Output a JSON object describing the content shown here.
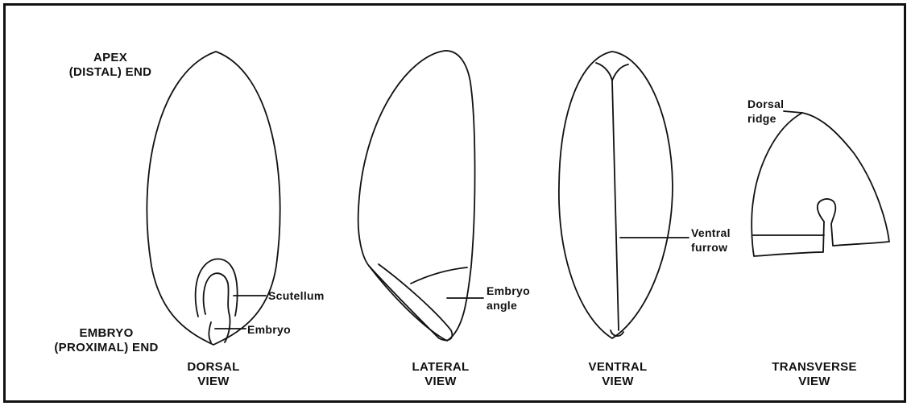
{
  "diagram": {
    "orientation_labels": {
      "apex_line1": "APEX",
      "apex_line2": "(DISTAL) END",
      "embryo_line1": "EMBRYO",
      "embryo_line2": "(PROXIMAL) END"
    },
    "views": [
      {
        "line1": "DORSAL",
        "line2": "VIEW"
      },
      {
        "line1": "LATERAL",
        "line2": "VIEW"
      },
      {
        "line1": "VENTRAL",
        "line2": "VIEW"
      },
      {
        "line1": "TRANSVERSE",
        "line2": "VIEW"
      }
    ],
    "callouts": {
      "scutellum": "Scutellum",
      "embryo": "Embryo",
      "embryo_angle_line1": "Embryo",
      "embryo_angle_line2": "angle",
      "ventral_furrow_line1": "Ventral",
      "ventral_furrow_line2": "furrow",
      "dorsal_ridge_line1": "Dorsal",
      "dorsal_ridge_line2": "ridge"
    },
    "stroke_color": "#111111"
  }
}
